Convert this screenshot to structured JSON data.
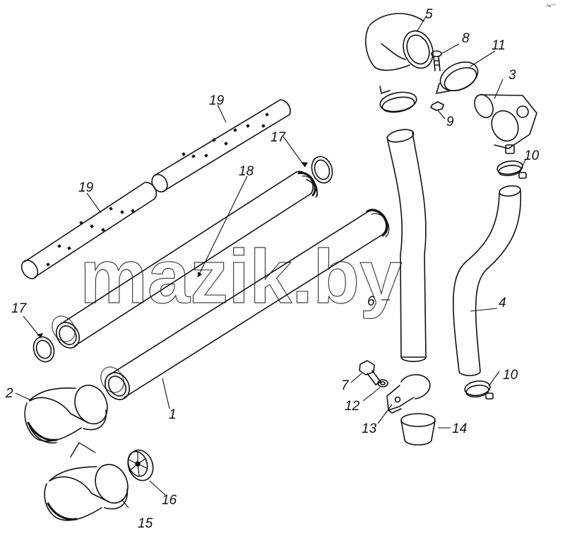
{
  "watermark": "mazik.by",
  "corner_tag": "№°°°",
  "callouts": [
    {
      "id": "c1",
      "label": "1"
    },
    {
      "id": "c2",
      "label": "2"
    },
    {
      "id": "c3",
      "label": "3"
    },
    {
      "id": "c4",
      "label": "4"
    },
    {
      "id": "c5",
      "label": "5"
    },
    {
      "id": "c6",
      "label": "6"
    },
    {
      "id": "c7",
      "label": "7"
    },
    {
      "id": "c8",
      "label": "8"
    },
    {
      "id": "c9",
      "label": "9"
    },
    {
      "id": "c10a",
      "label": "10"
    },
    {
      "id": "c10b",
      "label": "10"
    },
    {
      "id": "c11",
      "label": "11"
    },
    {
      "id": "c12",
      "label": "12"
    },
    {
      "id": "c13",
      "label": "13"
    },
    {
      "id": "c14",
      "label": "14"
    },
    {
      "id": "c15",
      "label": "15"
    },
    {
      "id": "c16",
      "label": "16"
    },
    {
      "id": "c17a",
      "label": "17"
    },
    {
      "id": "c17b",
      "label": "17"
    },
    {
      "id": "c18",
      "label": "18"
    },
    {
      "id": "c19a",
      "label": "19"
    },
    {
      "id": "c19b",
      "label": "19"
    }
  ]
}
